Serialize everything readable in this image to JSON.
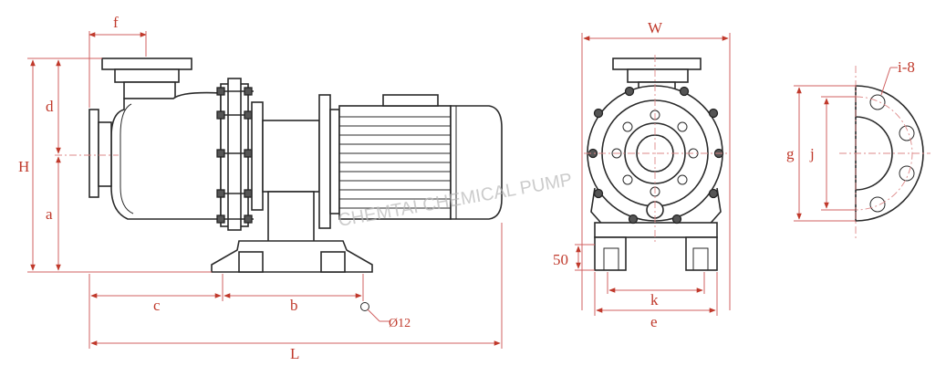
{
  "diagram": {
    "watermark": "CHEMTAI CHEMICAL PUMP",
    "colors": {
      "dimension": "#c0392b",
      "ink": "#2a2a2a"
    },
    "side_view": {
      "labels": {
        "f": "f",
        "d": "d",
        "H": "H",
        "a": "a",
        "c": "c",
        "b": "b",
        "L": "L",
        "hole": "Ø12"
      }
    },
    "front_view": {
      "labels": {
        "W": "W",
        "height50": "50",
        "k": "k",
        "e": "e"
      }
    },
    "flange_view": {
      "labels": {
        "g": "g",
        "j": "j",
        "holes": "i-8"
      }
    }
  }
}
